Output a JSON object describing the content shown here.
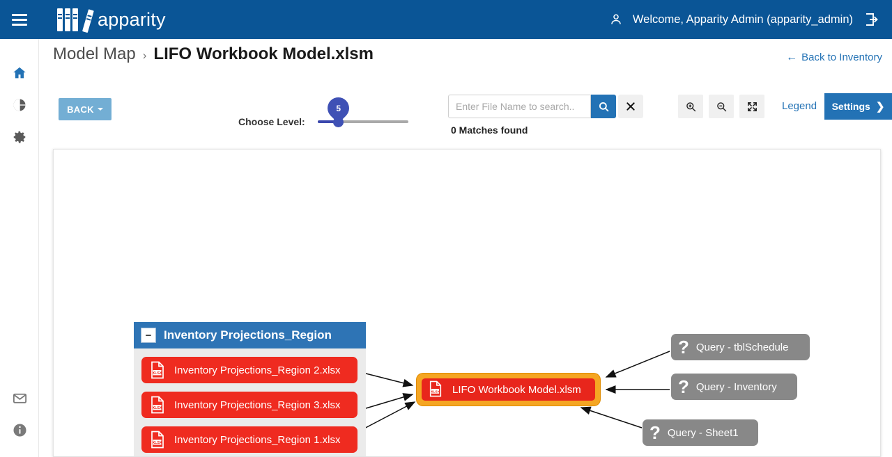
{
  "header": {
    "menu_icon": "hamburger-icon",
    "brand": "apparity",
    "welcome": "Welcome, Apparity Admin (apparity_admin)",
    "person_icon": "person-icon",
    "logout_icon": "logout-icon",
    "brand_bg": "#0a5596"
  },
  "sidebar": {
    "items": [
      {
        "name": "home-icon",
        "active": true,
        "color": "#2372b5"
      },
      {
        "name": "chart-icon",
        "active": false,
        "color": "#5a5a5a"
      },
      {
        "name": "gear-icon",
        "active": false,
        "color": "#5a5a5a"
      }
    ],
    "bottom_items": [
      {
        "name": "mail-icon",
        "color": "#7a7a7a"
      },
      {
        "name": "info-icon",
        "color": "#7a7a7a"
      }
    ]
  },
  "breadcrumb": {
    "root": "Model Map",
    "separator": "›",
    "current": "LIFO Workbook Model.xlsm",
    "back_link": "Back to Inventory",
    "back_arrow": "←"
  },
  "toolbar": {
    "back_label": "BACK",
    "level_label": "Choose Level:",
    "level_value": "5",
    "level_min": 1,
    "level_max": 10,
    "search_placeholder": "Enter File Name to search..",
    "search_value": "",
    "search_icon": "magnifier-icon",
    "clear_icon": "close-icon",
    "matches_text": "0 Matches found",
    "zoom_in_icon": "zoom-in-icon",
    "zoom_out_icon": "zoom-out-icon",
    "fullscreen_icon": "fullscreen-icon",
    "legend_label": "Legend",
    "settings_label": "Settings",
    "settings_chevron": "❯",
    "accent": "#2372b5"
  },
  "diagram": {
    "group": {
      "title": "Inventory Projections_Region",
      "collapse_symbol": "−",
      "header_color": "#2e74b5",
      "body_color": "#ebebeb",
      "files": [
        {
          "label": "Inventory Projections_Region 2.xlsx",
          "icon": "xlsx-file-icon",
          "color": "#ef2b20"
        },
        {
          "label": "Inventory Projections_Region 3.xlsx",
          "icon": "xlsx-file-icon",
          "color": "#ef2b20"
        },
        {
          "label": "Inventory Projections_Region 1.xlsx",
          "icon": "xlsx-file-icon",
          "color": "#ef2b20"
        }
      ]
    },
    "center_node": {
      "label": "LIFO Workbook Model.xlsm",
      "icon": "xlsx-file-icon",
      "fill": "#e8261c",
      "highlight": "#f5a623"
    },
    "query_nodes": [
      {
        "label": "Query - tblSchedule",
        "icon": "question-mark-icon",
        "color": "#888888"
      },
      {
        "label": "Query - Inventory",
        "icon": "question-mark-icon",
        "color": "#888888"
      },
      {
        "label": "Query - Sheet1",
        "icon": "question-mark-icon",
        "color": "#888888"
      }
    ]
  }
}
